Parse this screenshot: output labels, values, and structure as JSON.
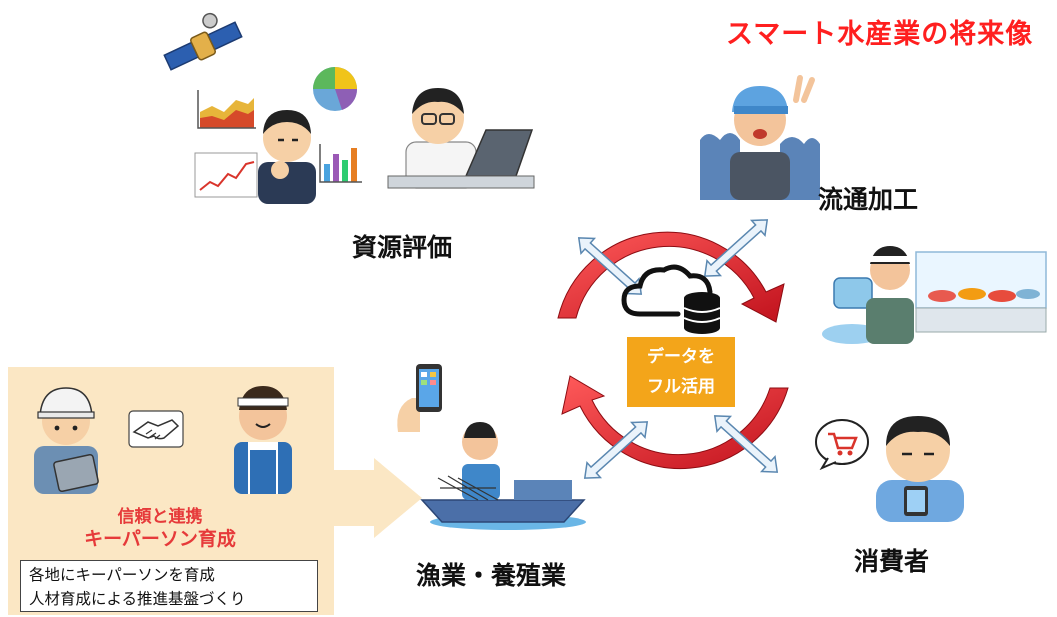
{
  "title": "スマート水産業の将来像",
  "nodes": {
    "resource": "資源評価",
    "distribution": "流通加工",
    "fishing": "漁業・養殖業",
    "consumer": "消費者"
  },
  "center": {
    "line1": "データを",
    "line2": "フル活用"
  },
  "panel": {
    "trust": "信頼と連携",
    "keyperson": "キーパーソン育成",
    "note1": "各地にキーパーソンを育成",
    "note2": "人材育成による推進基盤づくり"
  },
  "colors": {
    "title": "#ff1f1f",
    "cycle_arrow": "#d7141e",
    "data_box": "#f3a51a",
    "panel_bg": "#fbe7c4",
    "accent_text": "#e63a3a"
  }
}
